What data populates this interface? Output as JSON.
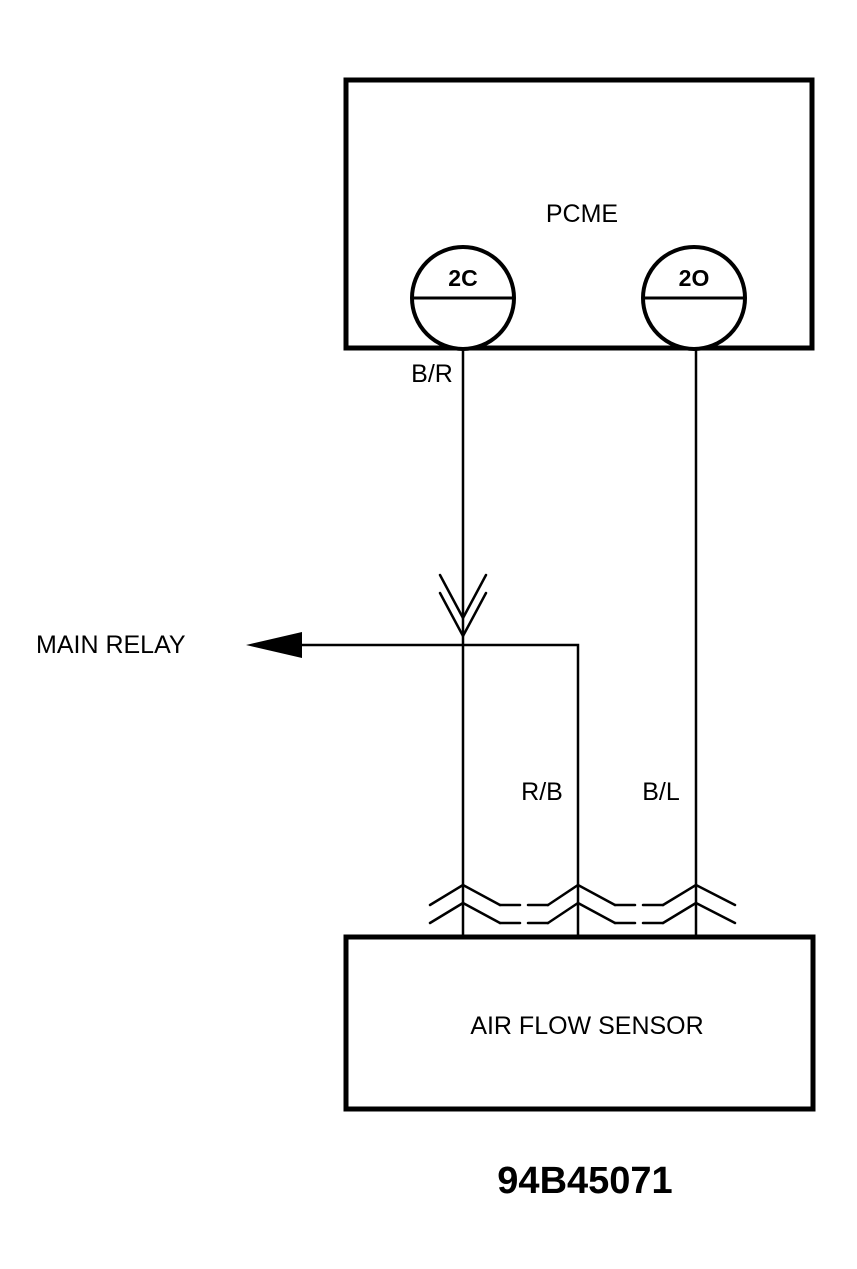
{
  "pcme": {
    "label": "PCME"
  },
  "pins": {
    "left": "2C",
    "right": "2O"
  },
  "wires": {
    "left_color": "B/R",
    "middle_color": "R/B",
    "right_color": "B/L"
  },
  "main_relay": {
    "label": "MAIN RELAY"
  },
  "sensor": {
    "label": "AIR FLOW SENSOR"
  },
  "figure": {
    "code": "94B45071"
  }
}
